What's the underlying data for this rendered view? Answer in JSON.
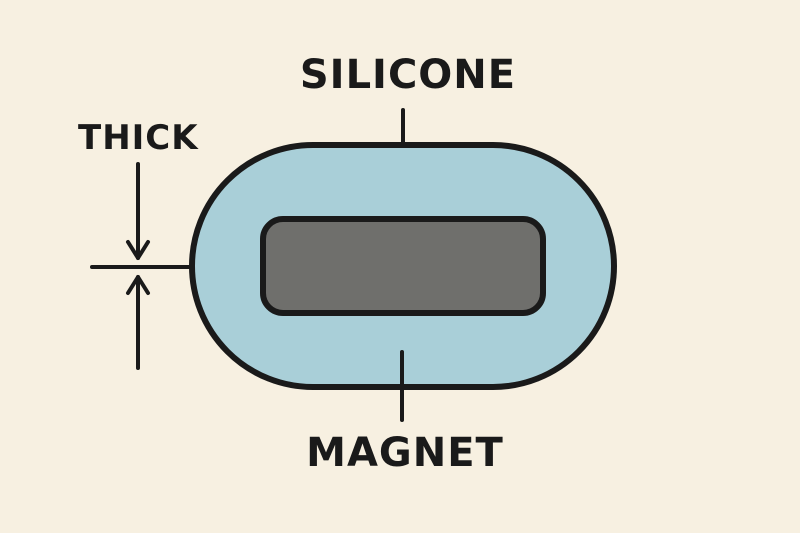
{
  "labels": {
    "outer_material": "SILICONE",
    "inner_material": "MAGNET",
    "dimension": "THICK"
  },
  "colors": {
    "background": "#f7f0e1",
    "silicone": "#a9cfd8",
    "magnet": "#6f6f6c",
    "outline": "#1a1a1a"
  }
}
